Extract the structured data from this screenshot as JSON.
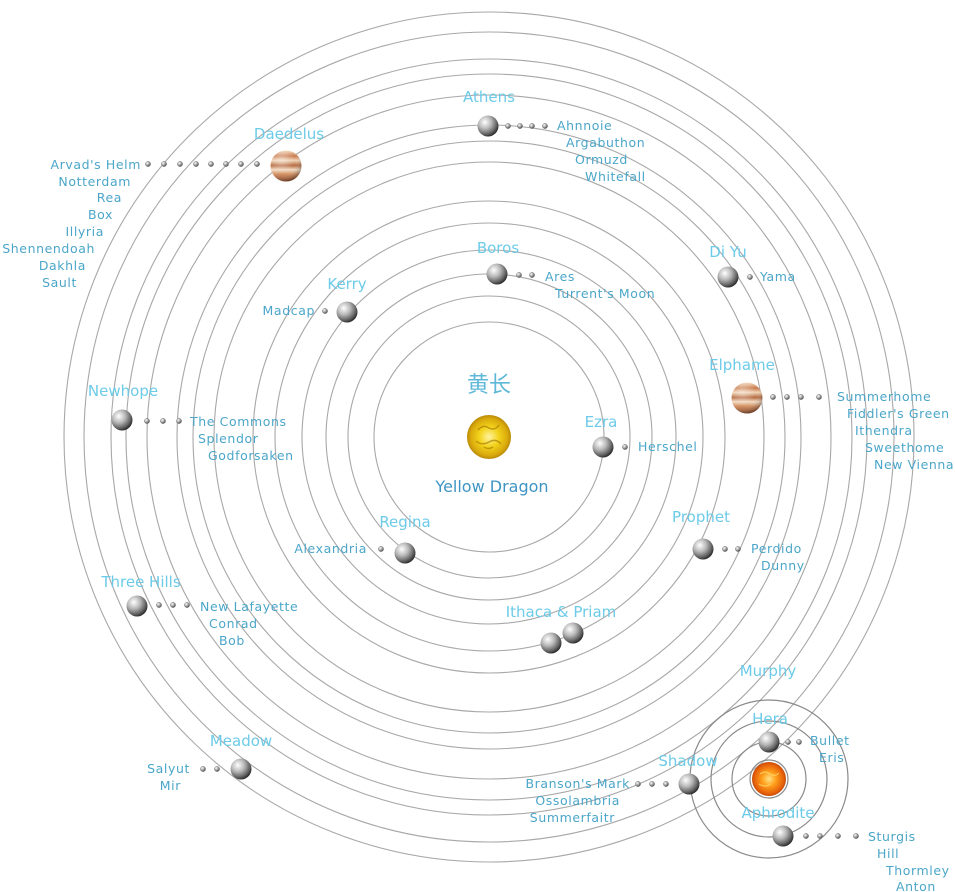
{
  "star": {
    "glyph": "黄长",
    "name": "Yellow Dragon"
  },
  "companion_star": {
    "name": "Aphrodite"
  },
  "planets": [
    {
      "id": "ezra",
      "name": "Ezra",
      "type": "rocky",
      "moons": [
        "Herschel"
      ]
    },
    {
      "id": "regina",
      "name": "Regina",
      "type": "rocky",
      "moons": [
        "Alexandria"
      ]
    },
    {
      "id": "boros",
      "name": "Boros",
      "type": "rocky",
      "moons": [
        "Ares",
        "Turrent's Moon"
      ]
    },
    {
      "id": "kerry",
      "name": "Kerry",
      "type": "rocky",
      "moons": [
        "Madcap"
      ]
    },
    {
      "id": "prophet",
      "name": "Prophet",
      "type": "rocky",
      "moons": [
        "Perdido",
        "Dunny"
      ]
    },
    {
      "id": "ithaca-priam",
      "name": "Ithaca & Priam",
      "type": "rocky-binary",
      "moons": []
    },
    {
      "id": "diyu",
      "name": "Di Yu",
      "type": "rocky",
      "moons": [
        "Yama"
      ]
    },
    {
      "id": "elphame",
      "name": "Elphame",
      "type": "gas-giant",
      "moons": [
        "Summerhome",
        "Fiddler's Green",
        "Ithendra",
        "Sweethome",
        "New Vienna"
      ]
    },
    {
      "id": "athens",
      "name": "Athens",
      "type": "rocky",
      "moons": [
        "Ahnnoie",
        "Argabuthon",
        "Ormuzd",
        "Whitefall"
      ]
    },
    {
      "id": "newhope",
      "name": "Newhope",
      "type": "rocky",
      "moons": [
        "The Commons",
        "Splendor",
        "Godforsaken"
      ]
    },
    {
      "id": "daedelus",
      "name": "Daedelus",
      "type": "gas-giant",
      "moons": [
        "Arvad's Helm",
        "Notterdam",
        "Rea",
        "Box",
        "Illyria",
        "Shennendoah",
        "Dakhla",
        "Sault"
      ]
    },
    {
      "id": "three-hills",
      "name": "Three Hills",
      "type": "rocky",
      "moons": [
        "New Lafayette",
        "Conrad",
        "Bob"
      ]
    },
    {
      "id": "meadow",
      "name": "Meadow",
      "type": "rocky",
      "moons": [
        "Salyut",
        "Mir"
      ]
    },
    {
      "id": "shadow",
      "name": "Shadow",
      "type": "rocky",
      "moons": [
        "Branson's Mark",
        "Ossolambria",
        "Summerfaitr"
      ]
    },
    {
      "id": "murphy",
      "name": "Murphy",
      "type": "orbit-label",
      "moons": []
    },
    {
      "id": "hera",
      "name": "Hera",
      "type": "rocky",
      "moons": [
        "Bullet",
        "Eris"
      ]
    },
    {
      "id": "aphrodite-planet",
      "name": "",
      "type": "rocky",
      "moons": [
        "Sturgis",
        "Hill",
        "Thormley",
        "Anton"
      ]
    }
  ],
  "colors": {
    "planet_label": "#6ccbe8",
    "moon_label": "#4ba6c9",
    "star_label": "#3e95c4",
    "orbit_line": "#a8a8a8",
    "star_core": "#f2d21a",
    "companion_core": "#f07a10",
    "gas_giant": "#d8915a"
  },
  "icons": [
    "yellow-star-icon",
    "orange-star-icon",
    "rocky-planet-icon",
    "gas-giant-icon",
    "moon-dot-icon"
  ]
}
